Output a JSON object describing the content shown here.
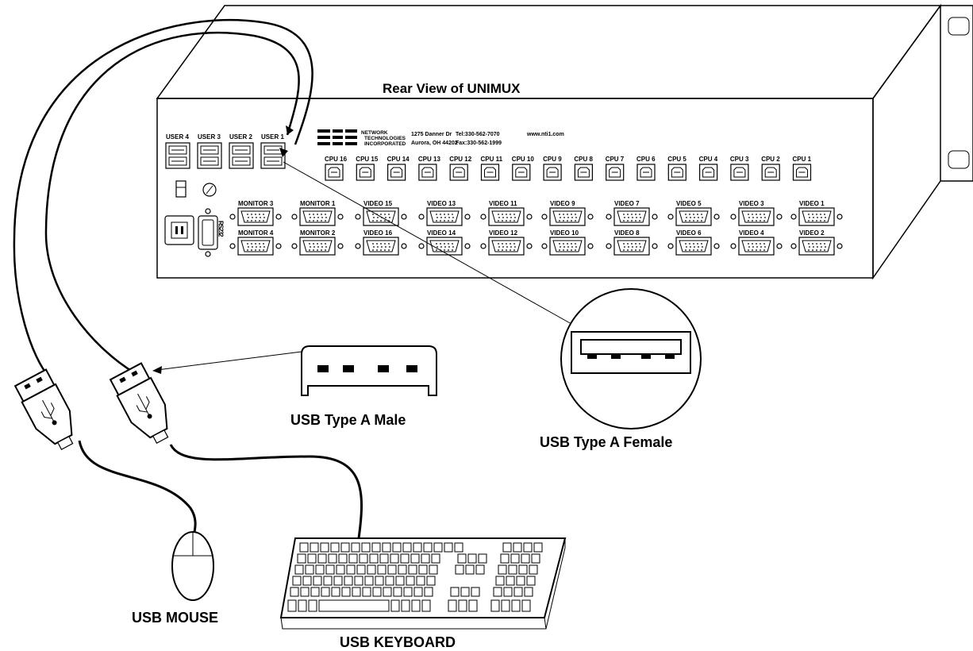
{
  "diagram": {
    "title": "Rear View of UNIMUX",
    "usb_male_label": "USB Type A Male",
    "usb_female_label": "USB Type A Female",
    "mouse_label": "USB MOUSE",
    "keyboard_label": "USB KEYBOARD",
    "company": {
      "name_lines": [
        "NETWORK",
        "TECHNOLOGIES",
        "INCORPORATED"
      ],
      "address": "1275 Danner Dr",
      "city": "Aurora, OH 44202",
      "tel": "Tel:330-562-7070",
      "fax": "Fax:330-562-1999",
      "web": "www.nti1.com"
    },
    "serial_label": "RS232",
    "user_ports": [
      "USER 4",
      "USER 3",
      "USER 2",
      "USER 1"
    ],
    "cpu_ports": [
      "CPU 16",
      "CPU 15",
      "CPU 14",
      "CPU 13",
      "CPU 12",
      "CPU 11",
      "CPU 10",
      "CPU 9",
      "CPU 8",
      "CPU 7",
      "CPU 6",
      "CPU 5",
      "CPU 4",
      "CPU 3",
      "CPU 2",
      "CPU 1"
    ],
    "video_top": [
      "MONITOR 3",
      "MONITOR 1",
      "VIDEO 15",
      "VIDEO 13",
      "VIDEO 11",
      "VIDEO 9",
      "VIDEO 7",
      "VIDEO 5",
      "VIDEO 3",
      "VIDEO 1"
    ],
    "video_bottom": [
      "MONITOR 4",
      "MONITOR 2",
      "VIDEO 16",
      "VIDEO 14",
      "VIDEO 12",
      "VIDEO 10",
      "VIDEO 8",
      "VIDEO 6",
      "VIDEO 4",
      "VIDEO 2"
    ]
  }
}
